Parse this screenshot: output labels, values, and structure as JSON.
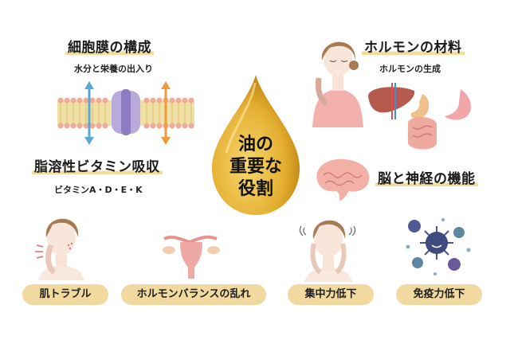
{
  "center": {
    "lines": [
      "油の",
      "重要な",
      "役割"
    ],
    "drop_color": "#e3ad2a",
    "icon": "oil-drop-icon"
  },
  "roles": [
    {
      "title": "細胞膜の構成",
      "subtitle": "水分と栄養の出入り",
      "icon": "cell-membrane-icon"
    },
    {
      "title": "ホルモンの材料",
      "subtitle": "ホルモンの生成",
      "icon": "organs-icon"
    },
    {
      "title": "脂溶性ビタミン吸収",
      "subtitle": "ビタミンA・D・E・K",
      "icon": ""
    },
    {
      "title": "脳と神経の機能",
      "subtitle": "",
      "icon": "brain-icon"
    }
  ],
  "deficiency_effects": [
    {
      "label": "肌トラブル",
      "icon": "skin-trouble-woman-icon"
    },
    {
      "label": "ホルモンバランスの乱れ",
      "icon": "uterus-icon"
    },
    {
      "label": "集中力低下",
      "icon": "headache-woman-icon"
    },
    {
      "label": "免疫力低下",
      "icon": "virus-icon"
    }
  ],
  "colors": {
    "highlight": "#f2dc9e",
    "pill": "#f1d9a0",
    "drop": "#e3ad2a",
    "membrane": "#e9cf7a",
    "protein": "#9b8ac6",
    "arrow_blue": "#5aa7d6",
    "arrow_orange": "#f09a3a",
    "virus": "#4a4f86"
  }
}
